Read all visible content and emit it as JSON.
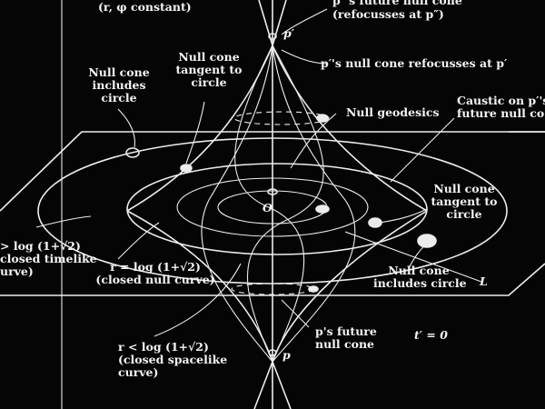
{
  "labels": {
    "top_left": "(r, φ constant)",
    "top_right_1": "p″'s future null cone",
    "top_right_2": "(refocusses at p″)",
    "p_prime": "p′",
    "refocus": "p′'s null cone refocusses at p′",
    "null_cone_includes_circle_left": [
      "Null cone",
      "includes",
      "circle"
    ],
    "null_cone_tangent_top": [
      "Null cone",
      "tangent to",
      "circle"
    ],
    "null_geodesics": "Null geodesics",
    "caustic": [
      "Caustic on p′'s",
      "future null co"
    ],
    "origin": "O",
    "null_cone_tangent_right": [
      "Null cone",
      "tangent to",
      "circle"
    ],
    "timelike": [
      "> log (1+√2)",
      "closed timelike",
      "urve)"
    ],
    "null_curve": [
      "r = log (1+√2)",
      "(closed null curve)"
    ],
    "null_cone_includes_circle_right": [
      "Null cone",
      "includes circle"
    ],
    "L": "L",
    "p_future_cone": [
      "p's future",
      "null cone"
    ],
    "t_prime": "t′ = 0",
    "spacelike": [
      "r < log (1+√2)",
      "(closed spacelike",
      "curve)"
    ],
    "p": "p"
  }
}
